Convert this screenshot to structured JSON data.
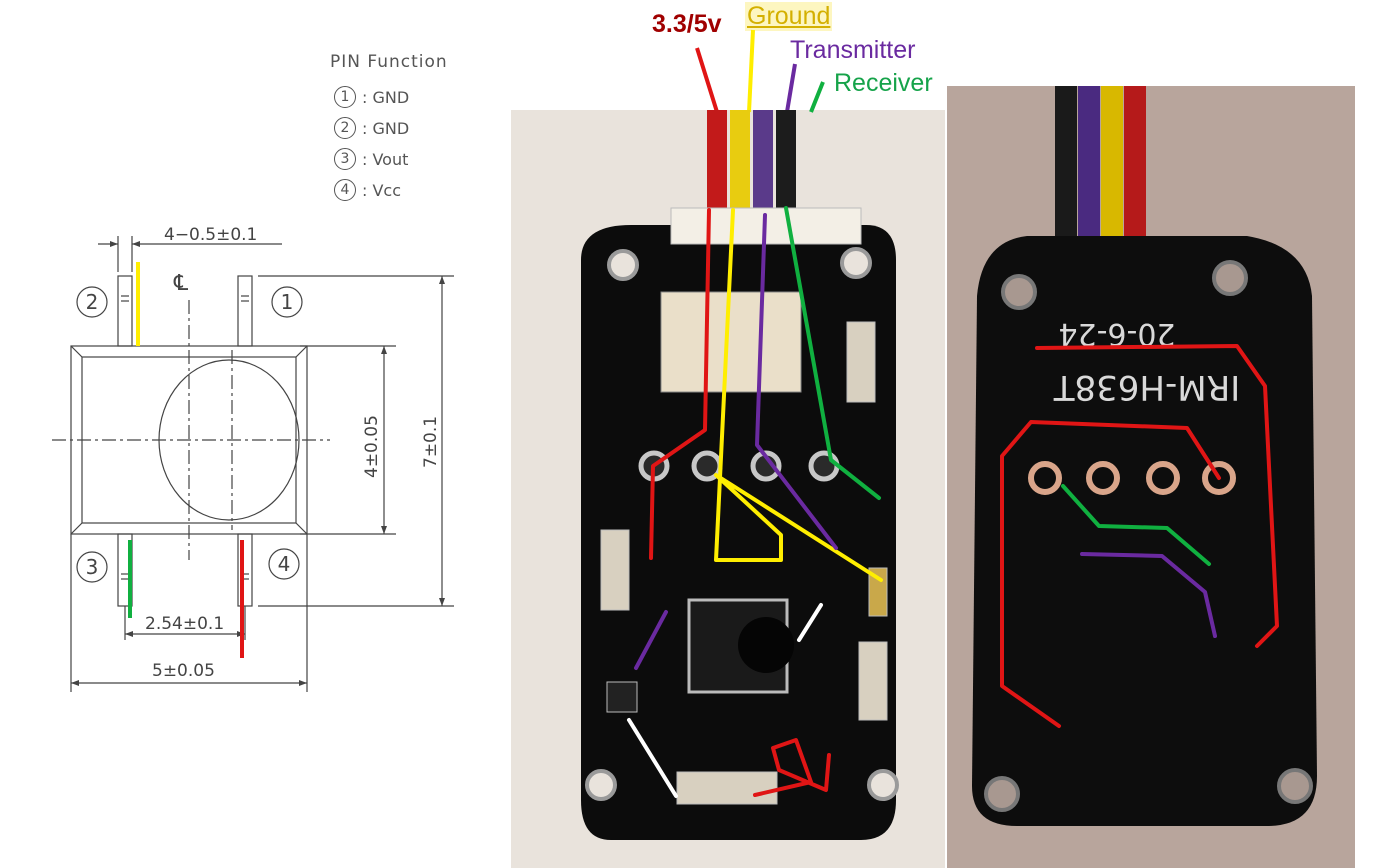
{
  "pinout": {
    "title": "PIN Function",
    "rows": [
      {
        "num": "1",
        "label": ": GND"
      },
      {
        "num": "2",
        "label": ": GND"
      },
      {
        "num": "3",
        "label": ": Vout"
      },
      {
        "num": "4",
        "label": ": Vcc"
      }
    ]
  },
  "drawing": {
    "dim_pin_width": "4−0.5±0.1",
    "dim_lens": "4±0.05",
    "dim_height": "7±0.1",
    "dim_pitch": "2.54±0.1",
    "dim_width": "5±0.05",
    "centerline": "℄",
    "pin_labels": [
      "1",
      "2",
      "3",
      "4"
    ]
  },
  "wires": {
    "vcc": {
      "label": "3.3/5v",
      "color": "#a00000"
    },
    "ground": {
      "label": "Ground",
      "color": "#d4b000"
    },
    "tx": {
      "label": "Transmitter",
      "color": "#6a2aa0"
    },
    "rx": {
      "label": "Receiver",
      "color": "#16a34a"
    }
  },
  "board_back": {
    "part_number": "IRM-H638T",
    "date_code": "20-6-24"
  },
  "colors": {
    "trace_red": "#e01515",
    "trace_yellow": "#ffee00",
    "trace_purple": "#6a2aa0",
    "trace_green": "#10b040",
    "trace_white": "#ffffff",
    "pcb": "#0c0c0c",
    "photo_bg": "#e9e3dc"
  }
}
